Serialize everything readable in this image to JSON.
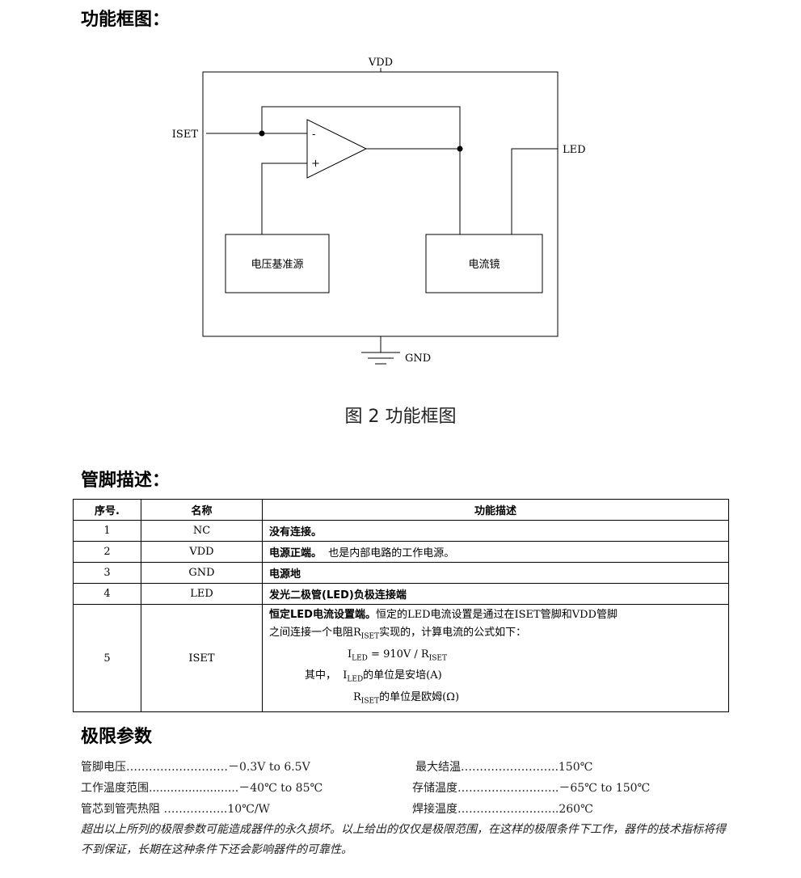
{
  "sections": {
    "block_diagram": "功能框图：",
    "pins": "管脚描述：",
    "limits": "极限参数"
  },
  "diagram": {
    "vdd": "VDD",
    "iset": "ISET",
    "led": "LED",
    "gnd": "GND",
    "minus": "-",
    "plus": "+",
    "ref_block": "电压基准源",
    "mirror_block": "电流镜",
    "caption": "图 2  功能框图"
  },
  "pin_table": {
    "headers": [
      "序号.",
      "名称",
      "功能描述"
    ],
    "rows": [
      {
        "no": "1",
        "name": "NC",
        "bold": "没有连接。",
        "text": ""
      },
      {
        "no": "2",
        "name": "VDD",
        "bold": "电源正端。",
        "text": "  也是内部电路的工作电源。"
      },
      {
        "no": "3",
        "name": "GND",
        "bold": "电源地",
        "text": ""
      },
      {
        "no": "4",
        "name": "LED",
        "bold": "发光二极管(LED)负极连接端",
        "text": ""
      }
    ],
    "row5": {
      "no": "5",
      "name": "ISET",
      "bold": "恒定LED电流设置端。",
      "line1": "恒定的LED电流设置是通过在ISET管脚和VDD管脚",
      "line2a": "之间连接一个电阻R",
      "line2sub": "ISET",
      "line2b": "实现的，计算电流的公式如下：",
      "f_i": "I",
      "f_isub": "LED",
      "f_mid": " = 910V / R",
      "f_rsub": "ISET",
      "l4a": "其中，  I",
      "l4sub": "LED",
      "l4b": "的单位是安培(A)",
      "l5a": "R",
      "l5sub": "ISET",
      "l5b": "的单位是欧姆(Ω)"
    }
  },
  "limits": {
    "rows": [
      {
        "left": "管脚电压………………………－0.3V to 6.5V",
        "right": "最大结温……………………..150℃"
      },
      {
        "left": "工作温度范围.........................－40℃  to 85℃",
        "right": "存储温度……………………...－65℃  to 150℃"
      },
      {
        "left": "管芯到管壳热阻 ……………..10℃/W",
        "right": "焊接温度……………………...260℃"
      }
    ],
    "note": "超出以上所列的极限参数可能造成器件的永久损坏。以上给出的仅仅是极限范围，在这样的极限条件下工作，器件的技术指标将得不到保证，长期在这种条件下还会影响器件的可靠性。"
  }
}
